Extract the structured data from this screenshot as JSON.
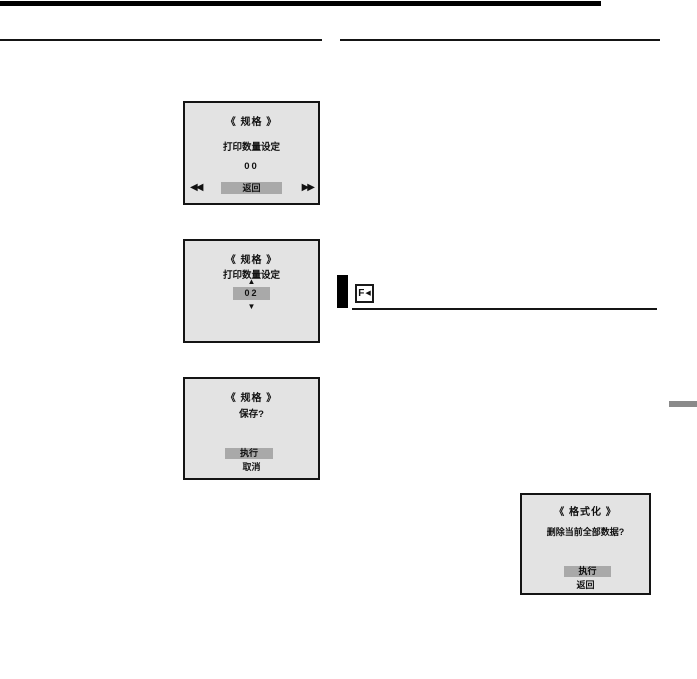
{
  "screens": {
    "print_count_return": {
      "title": "《 规格 》",
      "label": "打印数量设定",
      "value": "00",
      "left_arrows": "◀◀",
      "return_label": "返回",
      "right_arrows": "▶▶"
    },
    "print_count_adjust": {
      "title": "《 规格 》",
      "label": "打印数量设定",
      "up_arrow": "▲",
      "value": "02",
      "down_arrow": "▼"
    },
    "save_confirm": {
      "title": "《 规格 》",
      "question": "保存?",
      "execute_label": "执行",
      "cancel_label": "取消"
    },
    "format_confirm": {
      "title": "《 格式化 》",
      "question": "删除当前全部数据?",
      "execute_label": "执行",
      "return_label": "返回"
    }
  },
  "note_marker": {
    "icon_letter": "F",
    "icon_arrow": "◀"
  },
  "colors": {
    "screen_background": "#e3e3e3",
    "highlight_gray": "#a9a9a9",
    "edge_tab_gray": "#8a8a8a",
    "rule_black": "#000000"
  }
}
